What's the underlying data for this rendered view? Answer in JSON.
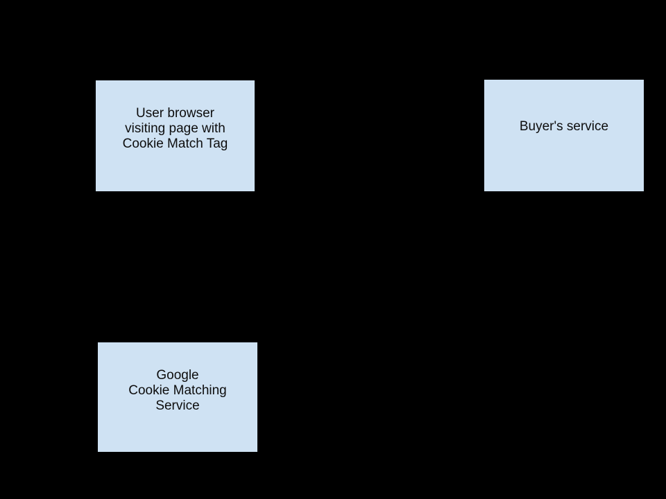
{
  "colors": {
    "background": "#000000",
    "node_fill": "#cfe2f3",
    "node_border": "#000000",
    "node_text": "#0d0d0d"
  },
  "diagram": {
    "nodes": [
      {
        "id": "user-browser",
        "label": "User browser\nvisiting page with\nCookie Match Tag"
      },
      {
        "id": "buyers-service",
        "label": "Buyer's service"
      },
      {
        "id": "google-cookie-matching-service",
        "label": "Google\nCookie Matching\nService"
      }
    ]
  }
}
